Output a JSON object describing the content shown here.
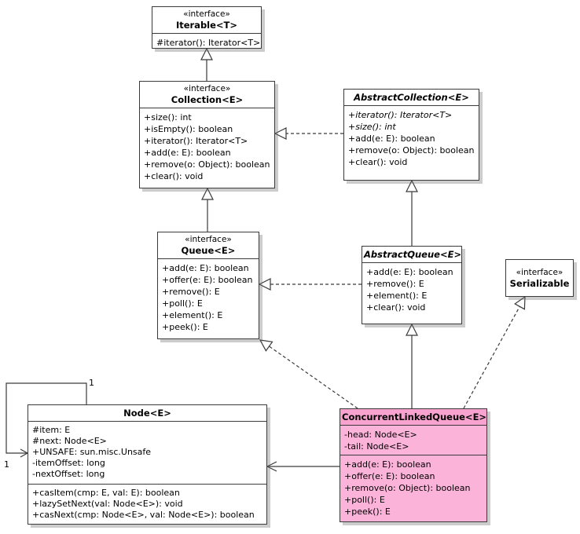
{
  "colors": {
    "highlight_header": "#f8a2cf",
    "highlight_body": "#fbb3d9",
    "box_fill": "#ffffff",
    "line": "#3a3a3a"
  },
  "classes": {
    "iterable": {
      "stereotype": "«interface»",
      "name": "Iterable<T>",
      "methods": [
        "#iterator(): Iterator<T>"
      ]
    },
    "collection": {
      "stereotype": "«interface»",
      "name": "Collection<E>",
      "methods": [
        "+size(): int",
        "+isEmpty(): boolean",
        "+iterator(): Iterator<T>",
        "+add(e: E): boolean",
        "+remove(o: Object): boolean",
        "+clear(): void"
      ]
    },
    "abstract_collection": {
      "name": "AbstractCollection<E>",
      "methods": [
        "+iterator(): Iterator<T>",
        "+size(): int",
        "+add(e: E): boolean",
        "+remove(o: Object): boolean",
        "+clear(): void"
      ]
    },
    "queue": {
      "stereotype": "«interface»",
      "name": "Queue<E>",
      "methods": [
        "+add(e: E): boolean",
        "+offer(e: E): boolean",
        "+remove(): E",
        "+poll(): E",
        "+element(): E",
        "+peek(): E"
      ]
    },
    "abstract_queue": {
      "name": "AbstractQueue<E>",
      "methods": [
        "+add(e: E): boolean",
        "+remove(): E",
        "+element(): E",
        "+clear(): void"
      ]
    },
    "serializable": {
      "stereotype": "«interface»",
      "name": "Serializable"
    },
    "node": {
      "name": "Node<E>",
      "attributes": [
        "#item: E",
        "#next: Node<E>",
        "+UNSAFE: sun.misc.Unsafe",
        "-itemOffset: long",
        "-nextOffset: long"
      ],
      "methods": [
        "+casItem(cmp: E, val: E): boolean",
        "+lazySetNext(val: Node<E>): void",
        "+casNext(cmp: Node<E>, val: Node<E>): boolean"
      ]
    },
    "concurrent_linked_queue": {
      "name": "ConcurrentLinkedQueue<E>",
      "attributes": [
        "-head: Node<E>",
        "-tail: Node<E>"
      ],
      "methods": [
        "+add(e: E): boolean",
        "+offer(e: E): boolean",
        "+remove(o: Object): boolean",
        "+poll(): E",
        "+peek(): E"
      ]
    }
  },
  "multiplicities": {
    "node_self_top": "1",
    "node_self_left": "1"
  }
}
